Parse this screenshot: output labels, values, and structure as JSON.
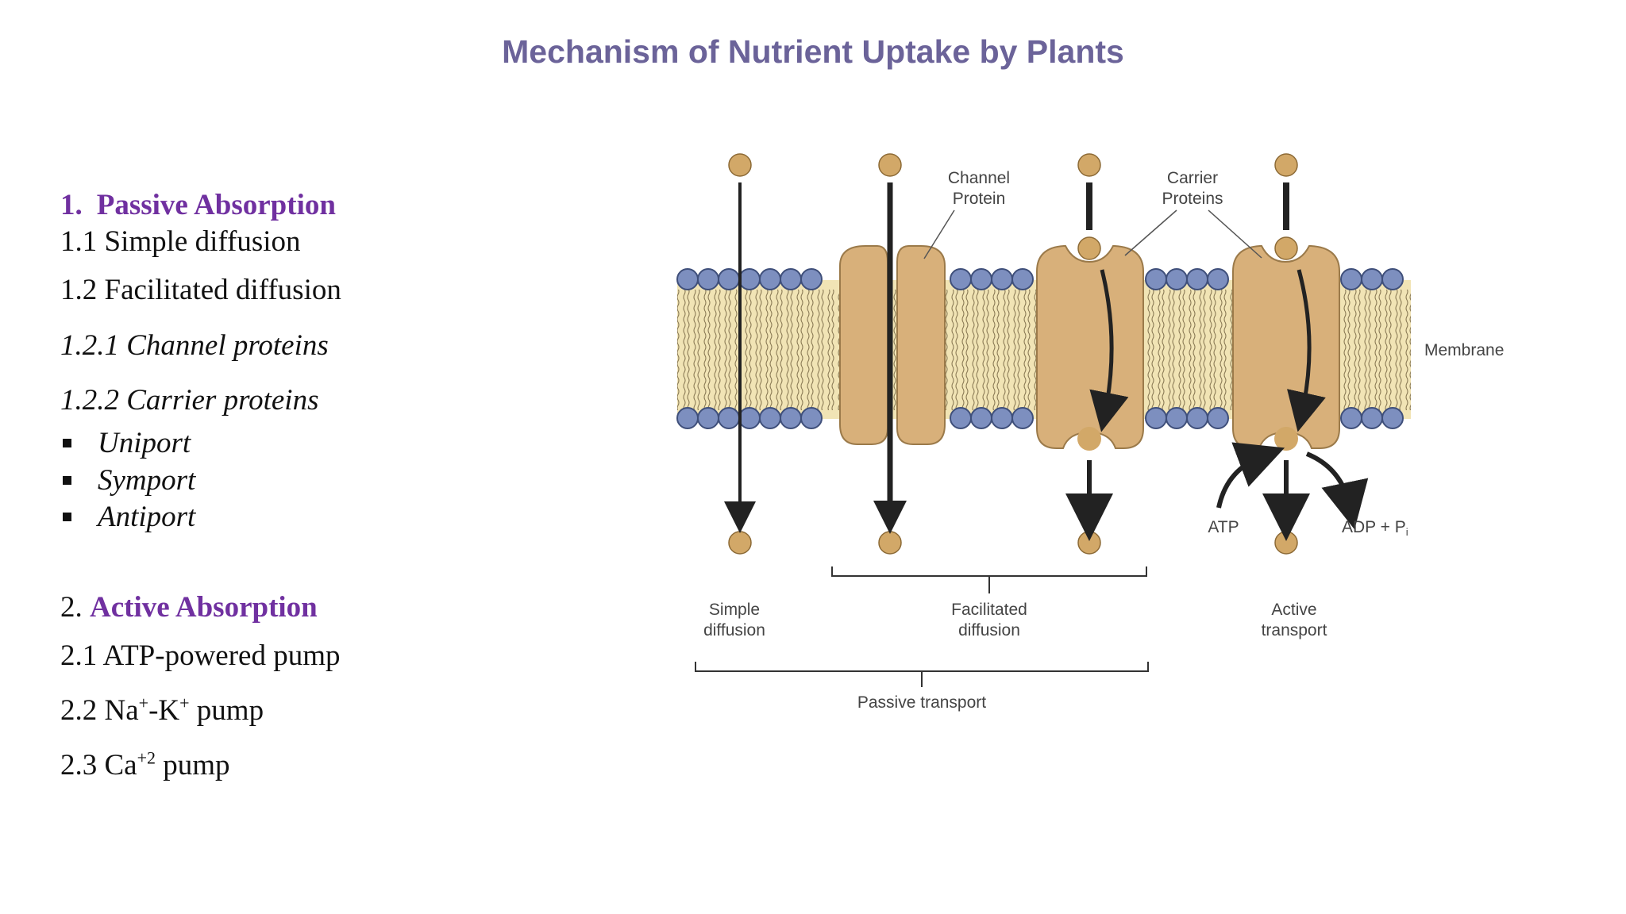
{
  "slide": {
    "title": "Mechanism of Nutrient Uptake by Plants"
  },
  "outline": {
    "passive": {
      "number": "1.",
      "heading": "Passive Absorption"
    },
    "simple": "1.1 Simple diffusion",
    "facilitated": "1.2 Facilitated diffusion",
    "channel": "1.2.1 Channel proteins",
    "carrier": "1.2.2 Carrier proteins",
    "bullets": [
      "Uniport",
      "Symport",
      "Antiport"
    ],
    "active": {
      "number": "2.",
      "heading": "Active Absorption"
    },
    "atp_pump": "2.1 ATP-powered pump",
    "nak": {
      "prefix": "2.2 Na",
      "sup1": "+",
      "mid": "-K",
      "sup2": "+",
      "suffix": " pump"
    },
    "ca": {
      "prefix": "2.3 Ca",
      "sup": "+2",
      "suffix": " pump"
    }
  },
  "diagram": {
    "labels": {
      "channel_line1": "Channel",
      "channel_line2": "Protein",
      "carrier_line1": "Carrier",
      "carrier_line2": "Proteins",
      "membrane": "Membrane",
      "atp": "ATP",
      "adp": "ADP + P",
      "adp_sub": "i",
      "simple_1": "Simple",
      "simple_2": "diffusion",
      "facilitated_1": "Facilitated",
      "facilitated_2": "diffusion",
      "active_1": "Active",
      "active_2": "transport",
      "passive": "Passive transport"
    },
    "colors": {
      "lipid_head": "#7d8fbf",
      "lipid_tail_bg": "#f1e4b5",
      "protein": "#d8b07a",
      "solute": "#d2a868",
      "arrow": "#222222",
      "title": "#6b6399",
      "heading": "#7030a0"
    }
  }
}
